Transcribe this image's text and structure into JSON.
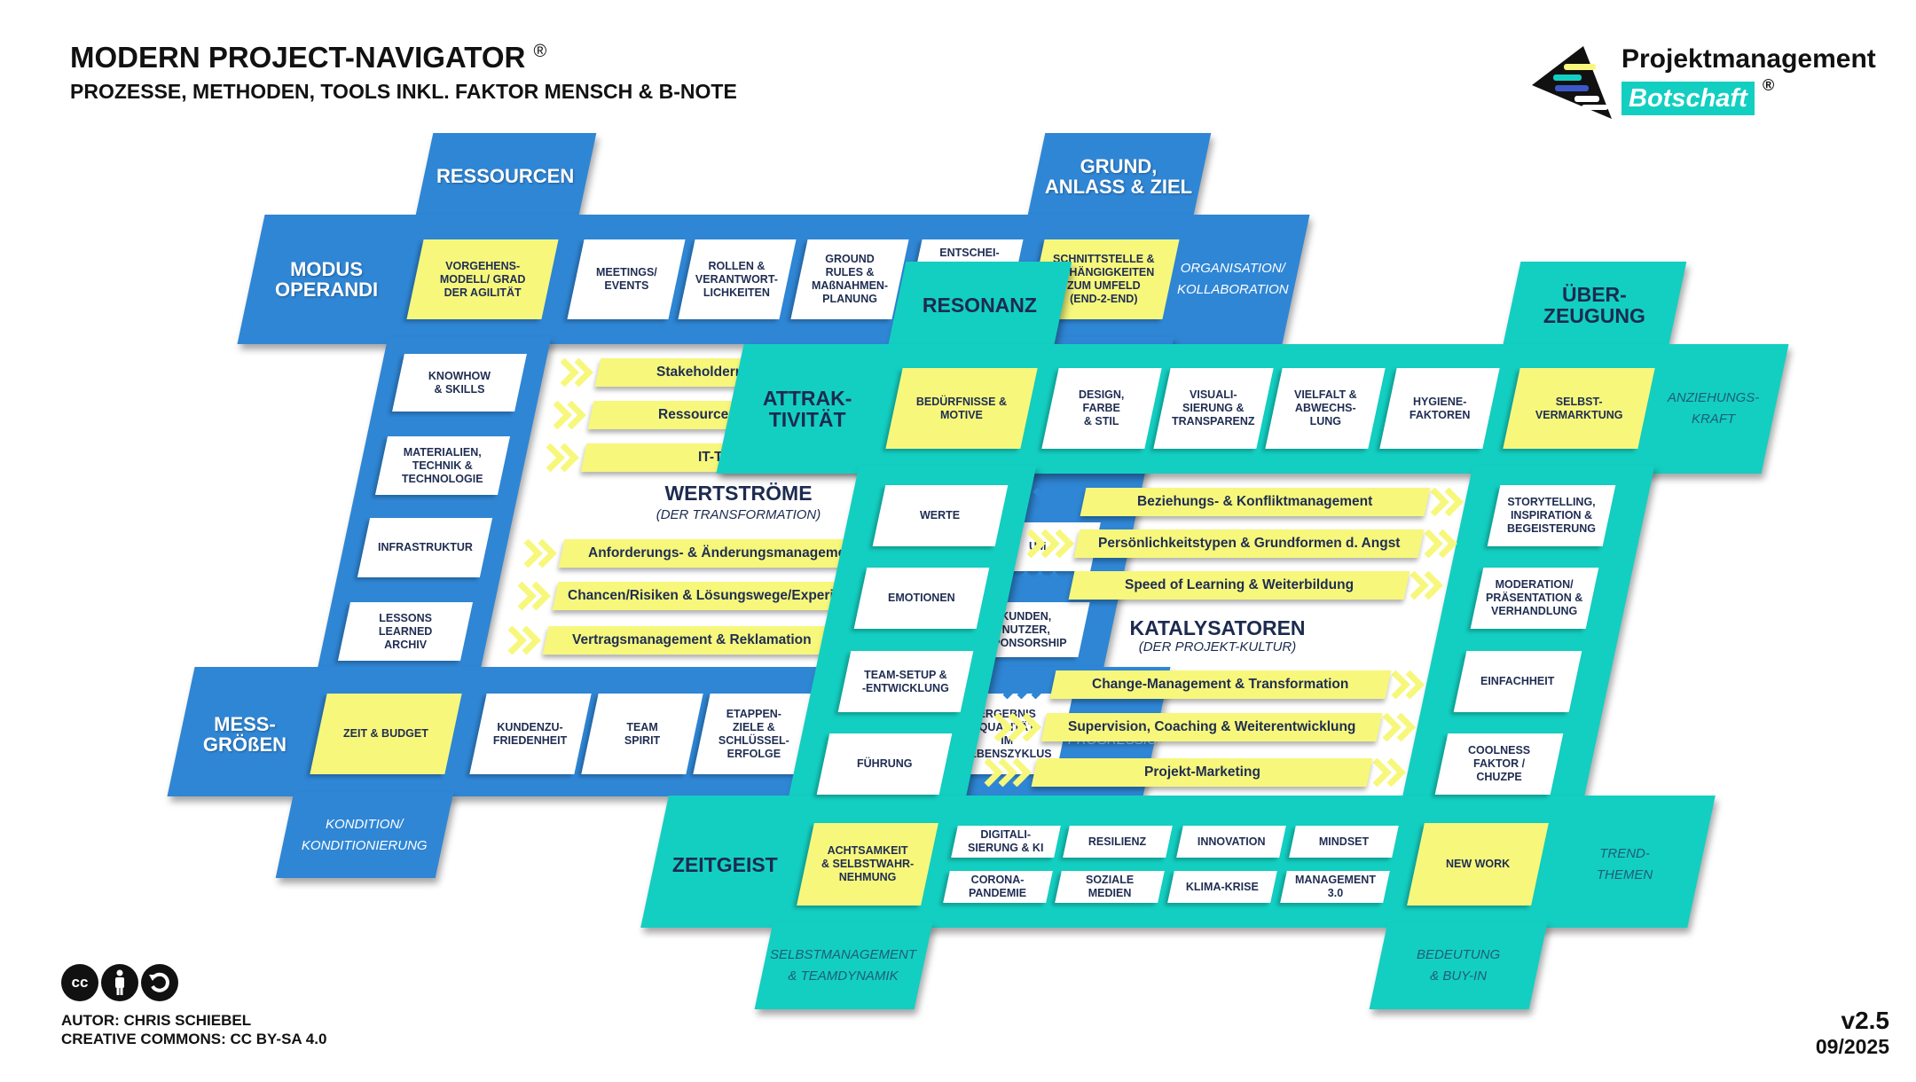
{
  "header": {
    "title": "MODERN PROJECT-NAVIGATOR",
    "registered": "®",
    "subtitle": "PROZESSE, METHODEN, TOOLS INKL. FAKTOR MENSCH & B-NOTE"
  },
  "logo": {
    "line1": "Projektmanagement",
    "line2": "Botschaft",
    "registered": "®"
  },
  "colors": {
    "blue": "#2f86d5",
    "teal": "#13cfc1",
    "yellow": "#f7f77c",
    "navy": "#1c2b4f"
  },
  "blue": {
    "tab_top_left": "RESSOURCEN",
    "tab_top_right": "GRUND,\nANLASS & ZIEL",
    "top_row": {
      "label": "MODUS\nOPERANDI",
      "items": [
        "VORGEHENS-\nMODELL/ GRAD\nDER AGILITÄT",
        "MEETINGS/\nEVENTS",
        "ROLLEN &\nVERANTWORT-\nLICHKEITEN",
        "GROUND\nRULES &\nMAßNAHMEN-\nPLANUNG",
        "ENTSCHEI-",
        "SCHNITTSTELLE &\nABHÄNGIGKEITEN\nZUM UMFELD\n(END-2-END)"
      ],
      "side_label": "ORGANISATION/\nKOLLABORATION"
    },
    "left_column": [
      "KNOWHOW\n& SKILLS",
      "MATERIALIEN,\nTECHNIK &\nTECHNOLOGIE",
      "INFRASTRUKTUR",
      "LESSONS\nLEARNED\nARCHIV"
    ],
    "right_column": [
      "UM",
      "KUNDEN,\nNUTZER,\nSPONSORSHIP"
    ],
    "bottom_row": {
      "label": "MESS-\nGRÖßEN",
      "items": [
        "ZEIT & BUDGET",
        "KUNDENZU-\nFRIEDENHEIT",
        "TEAM\nSPIRIT",
        "ETAPPEN-\nZIELE &\nSCHLÜSSEL-\nERFOLGE",
        "ERGEBNIS\nQUALITÄT\nIM\nLEBENSZYKLUS"
      ],
      "side_label": "PROGRESSION"
    },
    "tab_bottom": "KONDITION/\nKONDITIONIERUNG",
    "center_title": "WERTSTRÖME",
    "center_subtitle": "(DER TRANSFORMATION)",
    "streams": [
      "Stakeholdermanagement",
      "Ressourcensteuerung",
      "IT-Tools",
      "Anforderungs- & Änderungsmanagement",
      "Chancen/Risiken & Lösungswege/Experimente",
      "Vertragsmanagement & Reklamation"
    ]
  },
  "teal": {
    "tab_top_left": "RESONANZ",
    "tab_top_right": "ÜBER-\nZEUGUNG",
    "top_row": {
      "label": "ATTRAK-\nTIVITÄT",
      "items": [
        "BEDÜRFNISSE &\nMOTIVE",
        "DESIGN,\nFARBE\n& STIL",
        "VISUALI-\nSIERUNG &\nTRANSPARENZ",
        "VIELFALT &\nABWECHS-\nLUNG",
        "HYGIENE-\nFAKTOREN",
        "SELBST-\nVERMARKTUNG"
      ],
      "side_label": "ANZIEHUNGS-\nKRAFT"
    },
    "left_column": [
      "WERTE",
      "EMOTIONEN",
      "TEAM-SETUP &\n-ENTWICKLUNG",
      "FÜHRUNG"
    ],
    "right_column": [
      "STORYTELLING,\nINSPIRATION &\nBEGEISTERUNG",
      "MODERATION/\nPRÄSENTATION &\nVERHANDLUNG",
      "EINFACHHEIT",
      "COOLNESS\nFAKTOR /\nCHUZPE"
    ],
    "center_title": "KATALYSATOREN",
    "center_subtitle": "(DER PROJEKT-KULTUR)",
    "streams": [
      "Beziehungs- & Konfliktmanagement",
      "Persönlichkeitstypen & Grundformen d. Angst",
      "Speed of Learning & Weiterbildung",
      "Change-Management & Transformation",
      "Supervision, Coaching & Weiterentwicklung",
      "Projekt-Marketing"
    ],
    "bottom_row": {
      "label": "ZEITGEIST",
      "first": "ACHTSAMKEIT\n& SELBSTWAHR-\nNEHMUNG",
      "grid": [
        "DIGITALI-\nSIERUNG & KI",
        "RESILIENZ",
        "INNOVATION",
        "MINDSET",
        "CORONA-\nPANDEMIE",
        "SOZIALE\nMEDIEN",
        "KLIMA-KRISE",
        "MANAGEMENT\n3.0"
      ],
      "last": "NEW WORK",
      "side_label": "TREND-\nTHEMEN"
    },
    "tab_bottom_left": "SELBSTMANAGEMENT\n& TEAMDYNAMIK",
    "tab_bottom_right": "BEDEUTUNG\n& BUY-IN"
  },
  "footer": {
    "cc_badge": "cc",
    "author": "AUTOR: CHRIS SCHIEBEL",
    "license": "CREATIVE COMMONS: CC BY-SA 4.0",
    "version": "v2.5",
    "date": "09/2025"
  }
}
